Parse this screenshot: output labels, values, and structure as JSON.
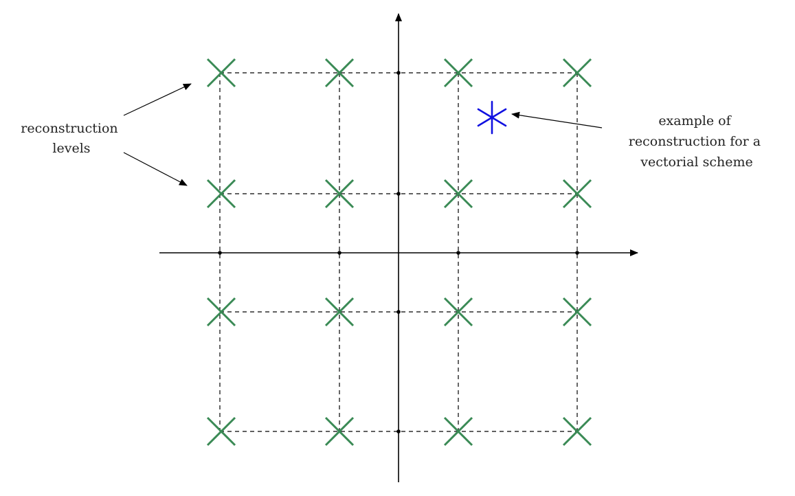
{
  "colors": {
    "reconstruction_level": "#3a8a55",
    "vector_example": "#1010e0",
    "axis": "#000000",
    "grid": "#000000"
  },
  "annotations": {
    "left_label": [
      "reconstruction",
      "levels"
    ],
    "right_label": [
      "example of",
      "reconstruction for a",
      "vectorial scheme"
    ]
  },
  "grid": {
    "columns": 4,
    "rows": 4,
    "marker": "x-mark",
    "example_marker": "asterisk"
  }
}
